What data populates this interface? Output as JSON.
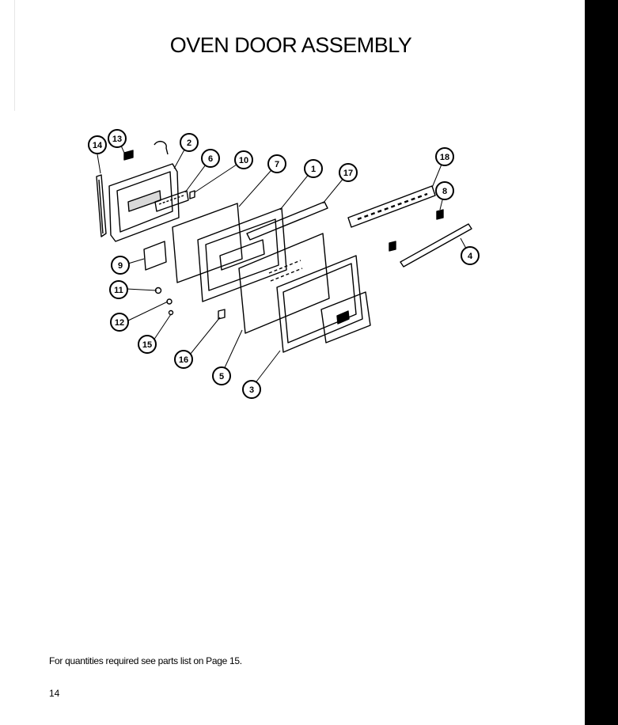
{
  "title": "OVEN DOOR ASSEMBLY",
  "callouts": [
    "14",
    "13",
    "2",
    "6",
    "10",
    "7",
    "1",
    "17",
    "18",
    "8",
    "4",
    "9",
    "11",
    "12",
    "15",
    "16",
    "5",
    "3"
  ],
  "note": "For quantities required see parts list on Page 15.",
  "page_number": "14",
  "colors": {
    "ink": "#000000",
    "paper": "#ffffff"
  }
}
